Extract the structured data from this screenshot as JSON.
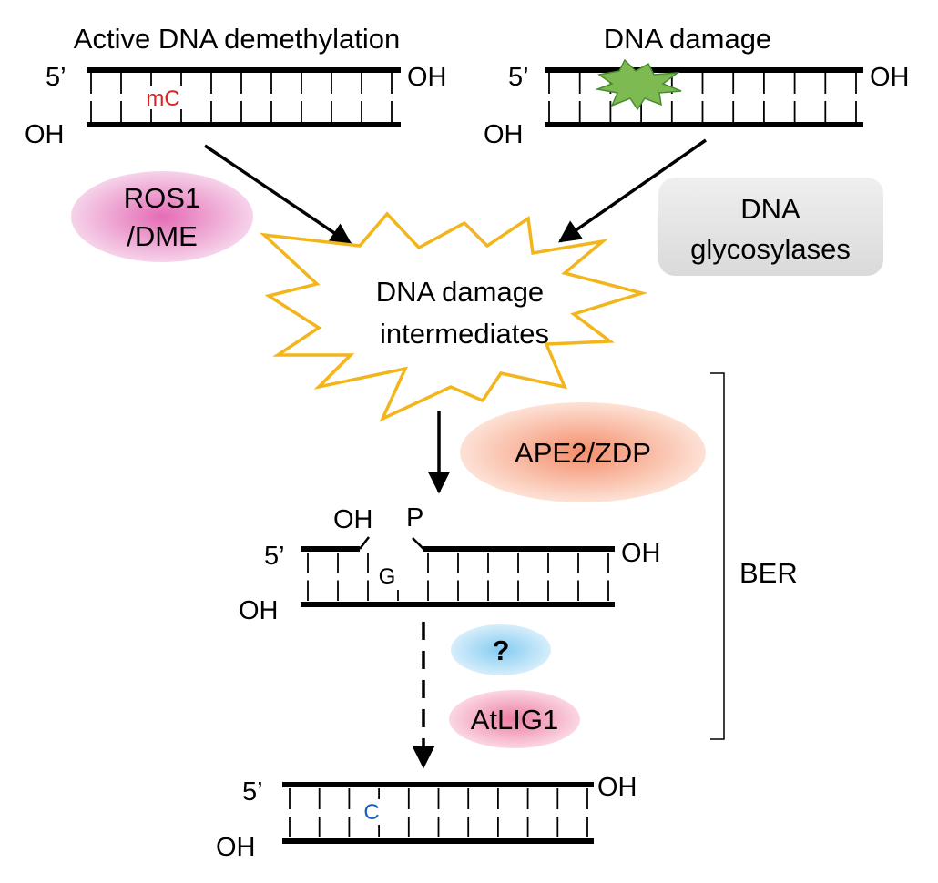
{
  "labels": {
    "demethylation_title": "Active DNA demethylation",
    "damage_title": "DNA damage",
    "intermediates_line1": "DNA damage",
    "intermediates_line2": "intermediates",
    "ber": "BER"
  },
  "strand_ends": {
    "five_prime": "5’",
    "oh": "OH",
    "gap_oh": "OH",
    "gap_p": "P"
  },
  "bases": {
    "methyl_c": "mC",
    "gap_g": "G",
    "repaired_c": "C"
  },
  "enzymes": {
    "ros1_line1": "ROS1",
    "ros1_line2": "/DME",
    "glycosylase_line1": "DNA",
    "glycosylase_line2": "glycosylases",
    "ape2": "APE2/ZDP",
    "unknown": "?",
    "atlig1": "AtLIG1"
  },
  "colors": {
    "methyl_c": "#e02020",
    "gap_oh": "#1aa3e8",
    "repaired_c": "#1a5fb4",
    "ros1": "#e66fb8",
    "glycosylase": "#e2e2e2",
    "ape2": "#f59a7a",
    "unknown": "#8fd0f2",
    "atlig1": "#ee8aaa",
    "burst_outline": "#f2b51c",
    "damage_lesion": "#7dbb52"
  }
}
